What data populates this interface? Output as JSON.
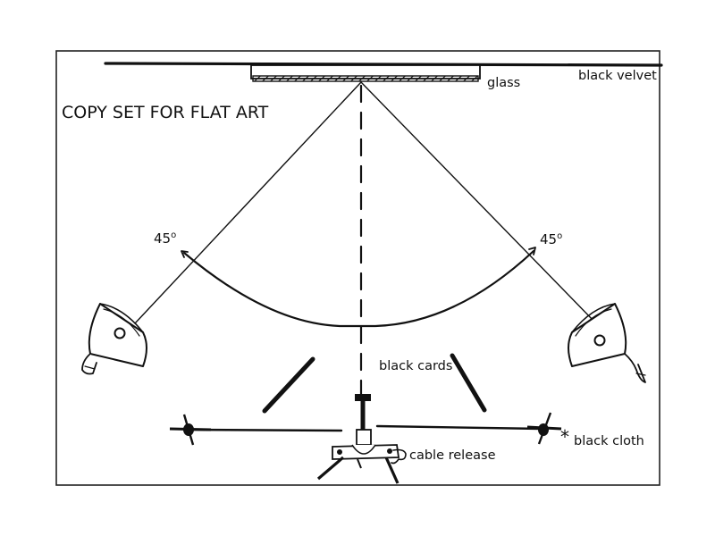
{
  "diagram": {
    "title": "COPY SET FOR FLAT ART",
    "labels": {
      "glass": "glass",
      "black_velvet": "black velvet",
      "black_cards": "black cards",
      "black_cloth": "black cloth",
      "asterisk": "*",
      "cable_release": "cable release",
      "angle_left": "45",
      "angle_right": "45",
      "degree_mark": "o"
    },
    "colors": {
      "ink": "#111111",
      "paper": "#ffffff",
      "frame": "#222222"
    }
  }
}
